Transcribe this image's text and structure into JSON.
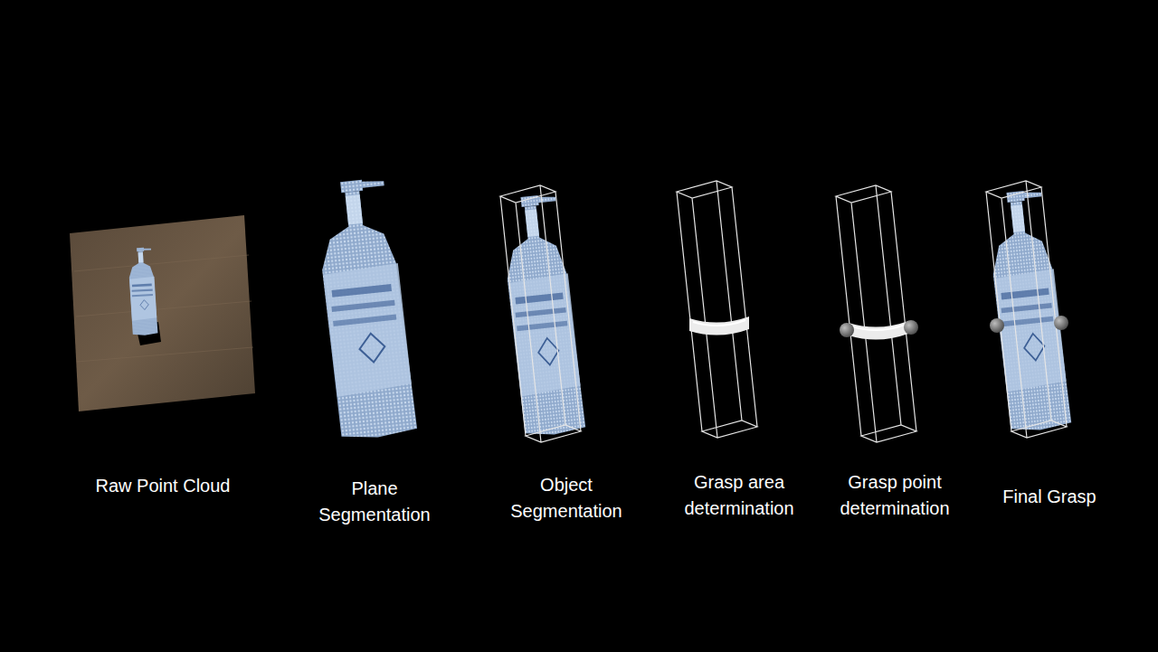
{
  "diagram": {
    "labels": [
      "Raw Point Cloud",
      "Plane Segmentation",
      "Object Segmentation",
      "Grasp area determination",
      "Grasp point determination",
      "Final Grasp"
    ]
  }
}
